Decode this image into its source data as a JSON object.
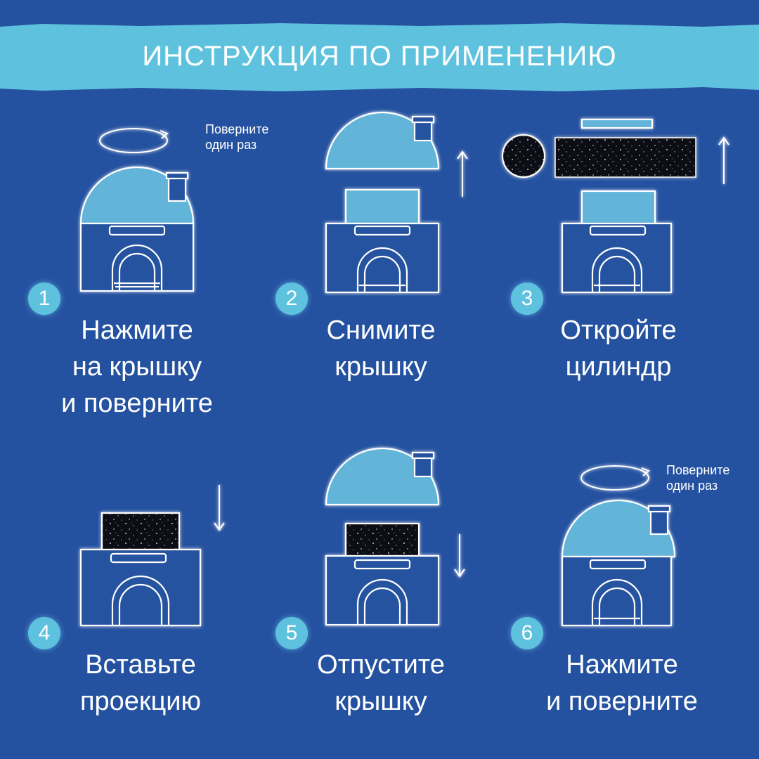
{
  "title": "ИНСТРУКЦИЯ ПО ПРИМЕНЕНИЮ",
  "colors": {
    "background": "#2552a0",
    "banner": "#5ec2de",
    "dome": "#64b4d9",
    "outline": "#ffffff"
  },
  "steps": [
    {
      "number": "1",
      "lines": [
        "Нажмите",
        "на крышку",
        "и поверните"
      ],
      "note": [
        "Поверните",
        "один раз"
      ],
      "icon": "projector-closed-rotate"
    },
    {
      "number": "2",
      "lines": [
        "Снимите",
        "крышку"
      ],
      "icon": "projector-lid-removed"
    },
    {
      "number": "3",
      "lines": [
        "Откройте",
        "цилиндр"
      ],
      "icon": "projector-cylinder-open"
    },
    {
      "number": "4",
      "lines": [
        "Вставьте",
        "проекцию"
      ],
      "icon": "projector-insert-film"
    },
    {
      "number": "5",
      "lines": [
        "Отпустите",
        "крышку"
      ],
      "icon": "projector-lower-lid"
    },
    {
      "number": "6",
      "lines": [
        "Нажмите",
        "и поверните"
      ],
      "note": [
        "Поверните",
        "один раз"
      ],
      "icon": "projector-closed-rotate"
    }
  ]
}
